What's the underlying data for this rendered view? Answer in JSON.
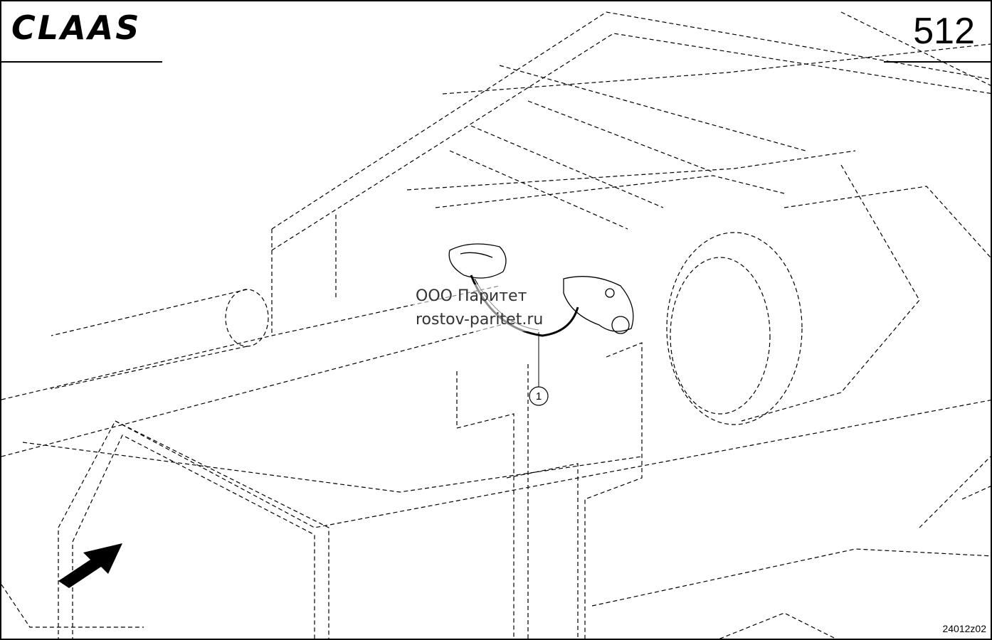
{
  "header": {
    "brand": "CLAAS",
    "page_number": "512"
  },
  "watermark": {
    "line1": "ООО Паритет",
    "line2": "rostov-paritet.ru"
  },
  "callouts": [
    {
      "label": "1"
    }
  ],
  "footer": {
    "drawing_id": "24012z02"
  }
}
